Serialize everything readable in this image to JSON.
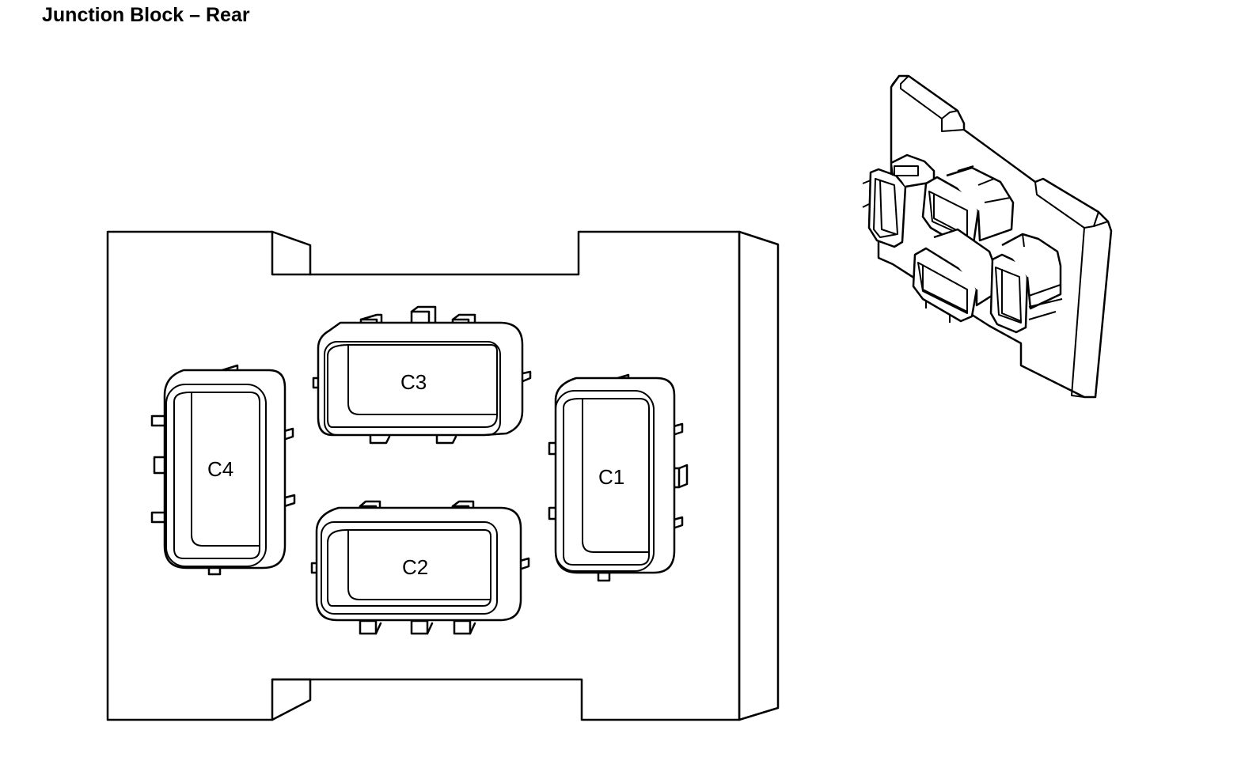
{
  "title": "Junction Block – Rear",
  "connectors": {
    "c1": "C1",
    "c2": "C2",
    "c3": "C3",
    "c4": "C4"
  }
}
